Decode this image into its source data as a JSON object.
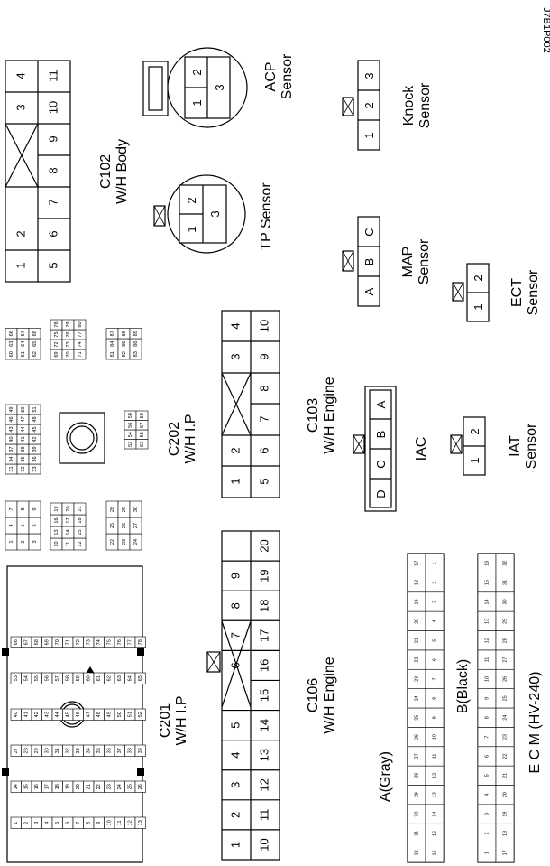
{
  "diagram_code": "J7B1P002",
  "connectors": {
    "c102": {
      "id": "C102",
      "name": "W/H Body",
      "top_row": [
        "1",
        "2",
        "",
        "",
        "3",
        "4"
      ],
      "bottom_row": [
        "5",
        "6",
        "7",
        "8",
        "9",
        "10",
        "11"
      ]
    },
    "acp": {
      "line1": "ACP",
      "line2": "Sensor",
      "pins": [
        "1",
        "2",
        "3"
      ]
    },
    "knock": {
      "line1": "Knock",
      "line2": "Sensor",
      "pins": [
        "1",
        "2",
        "3"
      ]
    },
    "tp": {
      "line1": "TP Sensor",
      "pins": [
        "1",
        "2",
        "3"
      ]
    },
    "map": {
      "line1": "MAP",
      "line2": "Sensor",
      "pins": [
        "A",
        "B",
        "C"
      ]
    },
    "ect": {
      "line1": "ECT",
      "line2": "Sensor",
      "pins": [
        "1",
        "2"
      ]
    },
    "c103": {
      "id": "C103",
      "name": "W/H Engine",
      "top_row": [
        "1",
        "2",
        "",
        "3",
        "4"
      ],
      "bottom_row": [
        "5",
        "6",
        "7",
        "8",
        "9",
        "10"
      ]
    },
    "iac": {
      "label": "IAC",
      "pins": [
        "D",
        "C",
        "B",
        "A"
      ]
    },
    "iat": {
      "line1": "IAT",
      "line2": "Sensor",
      "pins": [
        "1",
        "2"
      ]
    },
    "c202": {
      "id": "C202",
      "name": "W/H I.P",
      "pins_a": [
        "1",
        "2",
        "3",
        "4",
        "5",
        "6",
        "7",
        "8",
        "9"
      ],
      "pins_b": [
        "10",
        "11",
        "12",
        "13",
        "14",
        "15",
        "16",
        "17",
        "18",
        "19",
        "20",
        "21"
      ],
      "pins_c": [
        "22",
        "23",
        "24",
        "25",
        "26",
        "27",
        "28",
        "29",
        "30"
      ],
      "pins_d": [
        "31",
        "32",
        "33",
        "34",
        "35",
        "36",
        "37",
        "38",
        "39",
        "40",
        "41",
        "42",
        "43",
        "44",
        "45",
        "46",
        "47",
        "48",
        "49",
        "50",
        "51"
      ],
      "pins_e": [
        "52",
        "53",
        "54",
        "55",
        "56",
        "57",
        "58",
        "59"
      ],
      "pins_f": [
        "60",
        "61",
        "62",
        "63",
        "64",
        "65",
        "66",
        "67",
        "68"
      ],
      "pins_g": [
        "69",
        "70",
        "71",
        "72",
        "73",
        "74",
        "75",
        "76",
        "77",
        "78",
        "79",
        "80"
      ],
      "pins_h": [
        "81",
        "82",
        "83",
        "84",
        "85",
        "86",
        "87",
        "88",
        "89"
      ]
    },
    "c106": {
      "id": "C106",
      "name": "W/H Engine",
      "top_row": [
        "1",
        "2",
        "3",
        "4",
        "5",
        "",
        "6",
        "7",
        "8",
        "9"
      ],
      "bottom_row": [
        "10",
        "11",
        "12",
        "13",
        "14",
        "15",
        "16",
        "17",
        "18",
        "19",
        "20"
      ]
    },
    "c201": {
      "id": "C201",
      "name": "W/H I.P",
      "pin_labels": [
        "1",
        "2",
        "3",
        "4",
        "5",
        "6",
        "7",
        "8",
        "9",
        "10",
        "11",
        "12",
        "13",
        "14",
        "15",
        "16",
        "17",
        "18",
        "19",
        "20",
        "21",
        "22",
        "23",
        "24",
        "25",
        "26",
        "27",
        "28",
        "29",
        "30",
        "31",
        "32",
        "33",
        "34",
        "35",
        "36",
        "37",
        "38",
        "39",
        "40",
        "41",
        "42",
        "43",
        "44",
        "45",
        "46",
        "47",
        "48",
        "49",
        "50",
        "51",
        "52",
        "53",
        "54",
        "55",
        "56",
        "57",
        "58",
        "59",
        "60",
        "61",
        "62",
        "63",
        "64",
        "65",
        "66",
        "67",
        "68",
        "69",
        "70",
        "71",
        "72",
        "73",
        "74",
        "75",
        "76",
        "77",
        "78"
      ]
    },
    "ecm": {
      "a_label": "A(Gray)",
      "b_label": "B(Black)",
      "title": "E C M (HV-240)",
      "a_top": [
        "16",
        "15",
        "14",
        "13",
        "12",
        "11",
        "10",
        "9",
        "8",
        "7",
        "6",
        "5",
        "4",
        "3",
        "2",
        "1"
      ],
      "a_bottom": [
        "32",
        "31",
        "30",
        "29",
        "28",
        "27",
        "26",
        "25",
        "24",
        "23",
        "22",
        "21",
        "20",
        "19",
        "18",
        "17"
      ],
      "b_top": [
        "17",
        "18",
        "19",
        "20",
        "21",
        "22",
        "23",
        "24",
        "25",
        "26",
        "27",
        "28",
        "29",
        "30",
        "31",
        "32"
      ],
      "b_bottom": [
        "1",
        "2",
        "3",
        "4",
        "5",
        "6",
        "7",
        "8",
        "9",
        "10",
        "11",
        "12",
        "13",
        "14",
        "15",
        "16"
      ]
    }
  }
}
